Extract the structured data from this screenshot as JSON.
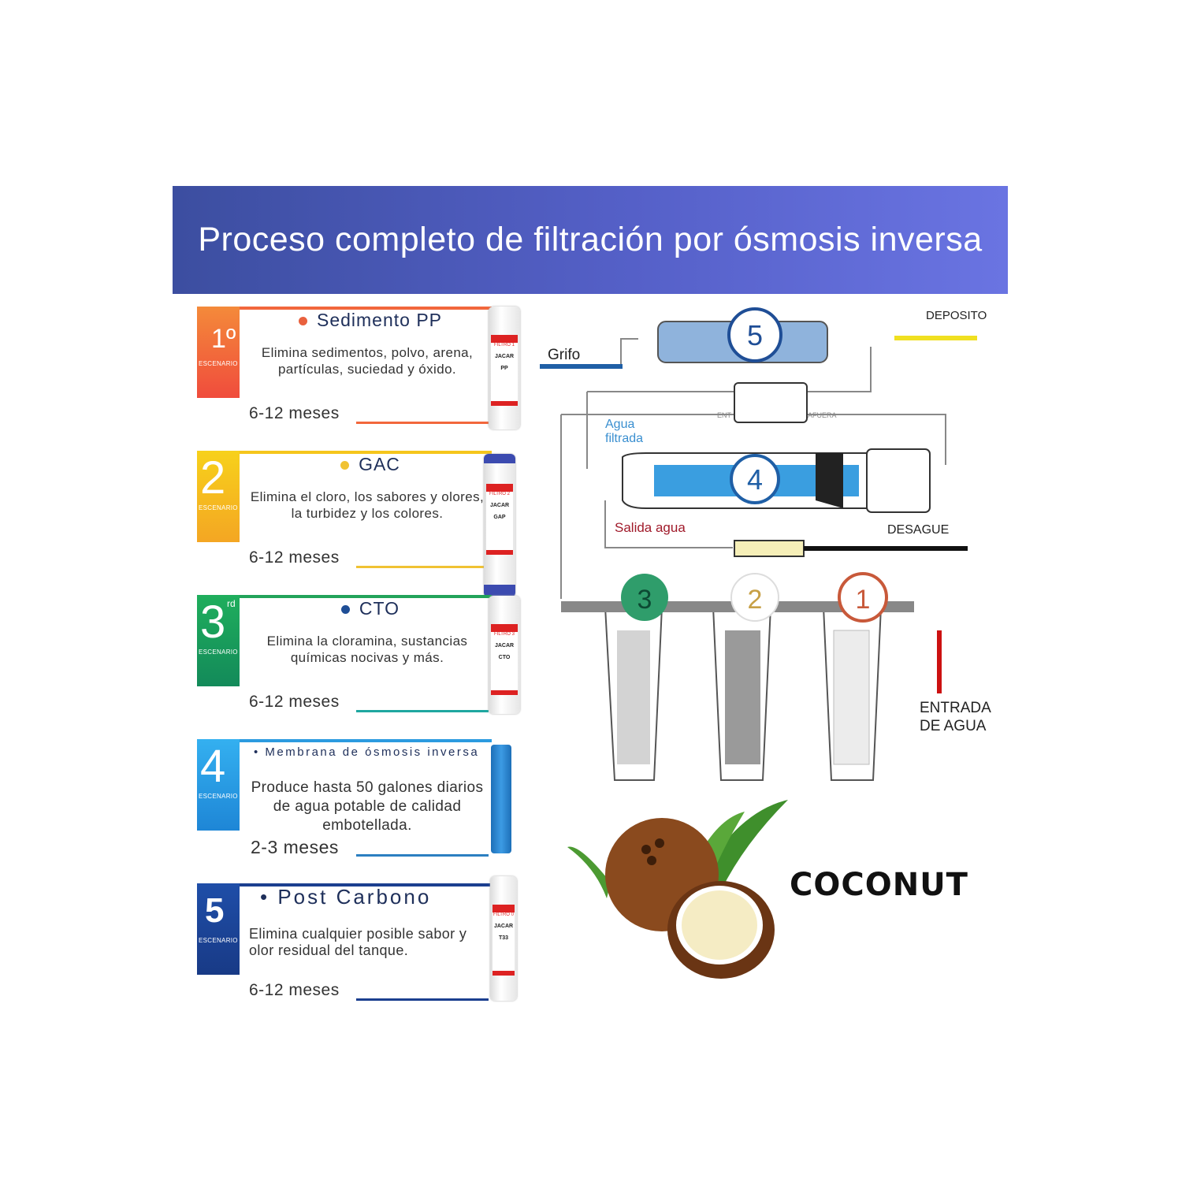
{
  "header": {
    "title": "Proceso completo de filtración por ósmosis inversa"
  },
  "stages": [
    {
      "number": "1º",
      "escenario": "ESCENARIO",
      "title": "Sedimento PP",
      "description": "Elimina sedimentos, polvo, arena, partículas, suciedad y óxido.",
      "duration": "6-12 meses",
      "color": "#f2673c",
      "dot": "#e9613e",
      "cartridge": {
        "brand": "JACAR",
        "filter": "FILTRO 1",
        "code": "PP"
      }
    },
    {
      "number": "2",
      "escenario": "ESCENARIO",
      "title": "GAC",
      "description": "Elimina el cloro, los sabores y olores, la turbidez y los colores.",
      "duration": "6-12 meses",
      "color": "#f5c61c",
      "dot": "#f0c233",
      "cartridge": {
        "brand": "JACAR",
        "filter": "FILTRO 2",
        "code": "GAP"
      }
    },
    {
      "number": "3",
      "sup": "rd",
      "escenario": "ESCENARIO",
      "title": "CTO",
      "description": "Elimina la cloramina, sustancias químicas nocivas y más.",
      "duration": "6-12 meses",
      "color": "#22a35a",
      "dot": "#1f4e96",
      "cartridge": {
        "brand": "JACAR",
        "filter": "FILTRO 3",
        "code": "CTO"
      }
    },
    {
      "number": "4",
      "escenario": "ESCENARIO",
      "title": "• Membrana de ósmosis inversa",
      "description": "Produce hasta 50 galones diarios de agua potable de calidad embotellada.",
      "duration": "2-3   meses",
      "color": "#2c9be0",
      "dot": ""
    },
    {
      "number": "5",
      "escenario": "ESCENARIO",
      "title": "• Post Carbono",
      "description": "Elimina cualquier posible sabor y olor residual del tanque.",
      "duration": "6-12 meses",
      "color": "#1b3f8f",
      "dot": "",
      "cartridge": {
        "brand": "JACAR",
        "filter": "FILTRO 0",
        "code": "T33"
      }
    }
  ],
  "diagram": {
    "labels": {
      "deposito": "DEPOSITO",
      "grifo": "Grifo",
      "agua_filtrada": "Agua filtrada",
      "salida_agua": "Salida agua",
      "desague": "DESAGUE",
      "entrada": "ENTRADA DE AGUA",
      "in": "ENT",
      "out": "AFUERA"
    },
    "stage_numbers": [
      "1",
      "2",
      "3",
      "4",
      "5"
    ],
    "colors": {
      "stage1": "#c8593a",
      "stage2": "#c7a046",
      "stage3": "#2f9d6b",
      "blue": "#1f5fa6",
      "yellow": "#f0e020",
      "red": "#cc1111"
    }
  },
  "brand": {
    "name": "COCONUT"
  }
}
